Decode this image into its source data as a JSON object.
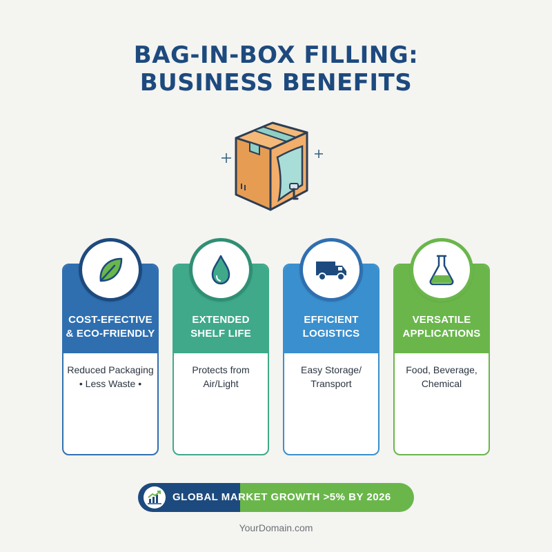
{
  "title": "BAG-IN-BOX FILLING:\nBUSINESS BENEFITS",
  "hero": {
    "icon": "bag-in-box-icon"
  },
  "cards": [
    {
      "title": "COST-EFECTIVE\n& ECO-FRIENDLY",
      "description": "Reduced Packaging\n• Less Waste •",
      "icon": "leaf-icon",
      "color": "#2f6fb0"
    },
    {
      "title": "EXTENDED\nSHELF LIFE",
      "description": "Protects from\nAir/Light",
      "icon": "water-drop-icon",
      "color": "#3fa98a"
    },
    {
      "title": "EFFICIENT\nLOGISTICS",
      "description": "Easy Storage/\nTransport",
      "icon": "truck-icon",
      "color": "#3a8fce"
    },
    {
      "title": "VERSATILE\nAPPLICATIONS",
      "description": "Food, Beverage,\nChemical",
      "icon": "flask-icon",
      "color": "#6ab64b"
    }
  ],
  "banner": {
    "text": "GLOBAL MARKET GROWTH >5% BY 2026",
    "icon": "growth-chart-icon"
  },
  "footer": "YourDomain.com"
}
